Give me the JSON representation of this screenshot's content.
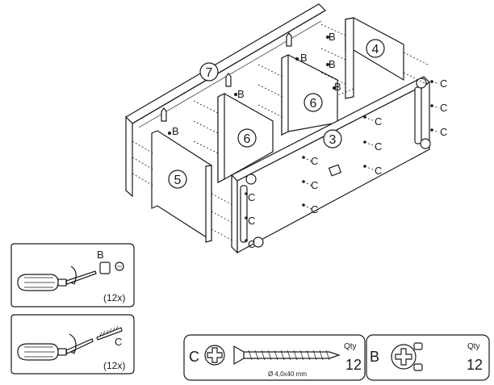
{
  "assembly": {
    "panels": [
      "7",
      "4",
      "6",
      "6",
      "3",
      "5"
    ],
    "hardware_labels": {
      "cam": "B",
      "screw": "C"
    }
  },
  "insets": {
    "cam_step": {
      "hardware": "B",
      "count": "(12x)"
    },
    "screw_step": {
      "hardware": "C",
      "count": "(12x)"
    }
  },
  "parts": {
    "screw": {
      "letter": "C",
      "qty_label": "Qty",
      "qty": "12",
      "dimension": "Ø 4,0x40 mm"
    },
    "cam": {
      "letter": "B",
      "qty_label": "Qty",
      "qty": "12"
    }
  }
}
